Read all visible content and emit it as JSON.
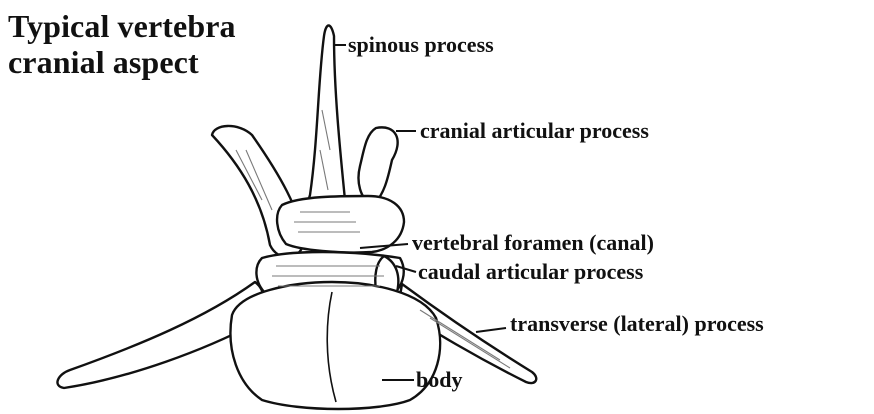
{
  "title": {
    "line1": "Typical vertebra",
    "line2": "cranial aspect"
  },
  "labels": {
    "spinous": "spinous process",
    "cranial_articular": "cranial articular process",
    "vertebral_foramen": "vertebral foramen (canal)",
    "caudal_articular": "caudal articular process",
    "transverse": "transverse (lateral) process",
    "body": "body"
  },
  "colors": {
    "ink": "#111111",
    "bone": "#ffffff",
    "shade": "#7a7a7a"
  }
}
